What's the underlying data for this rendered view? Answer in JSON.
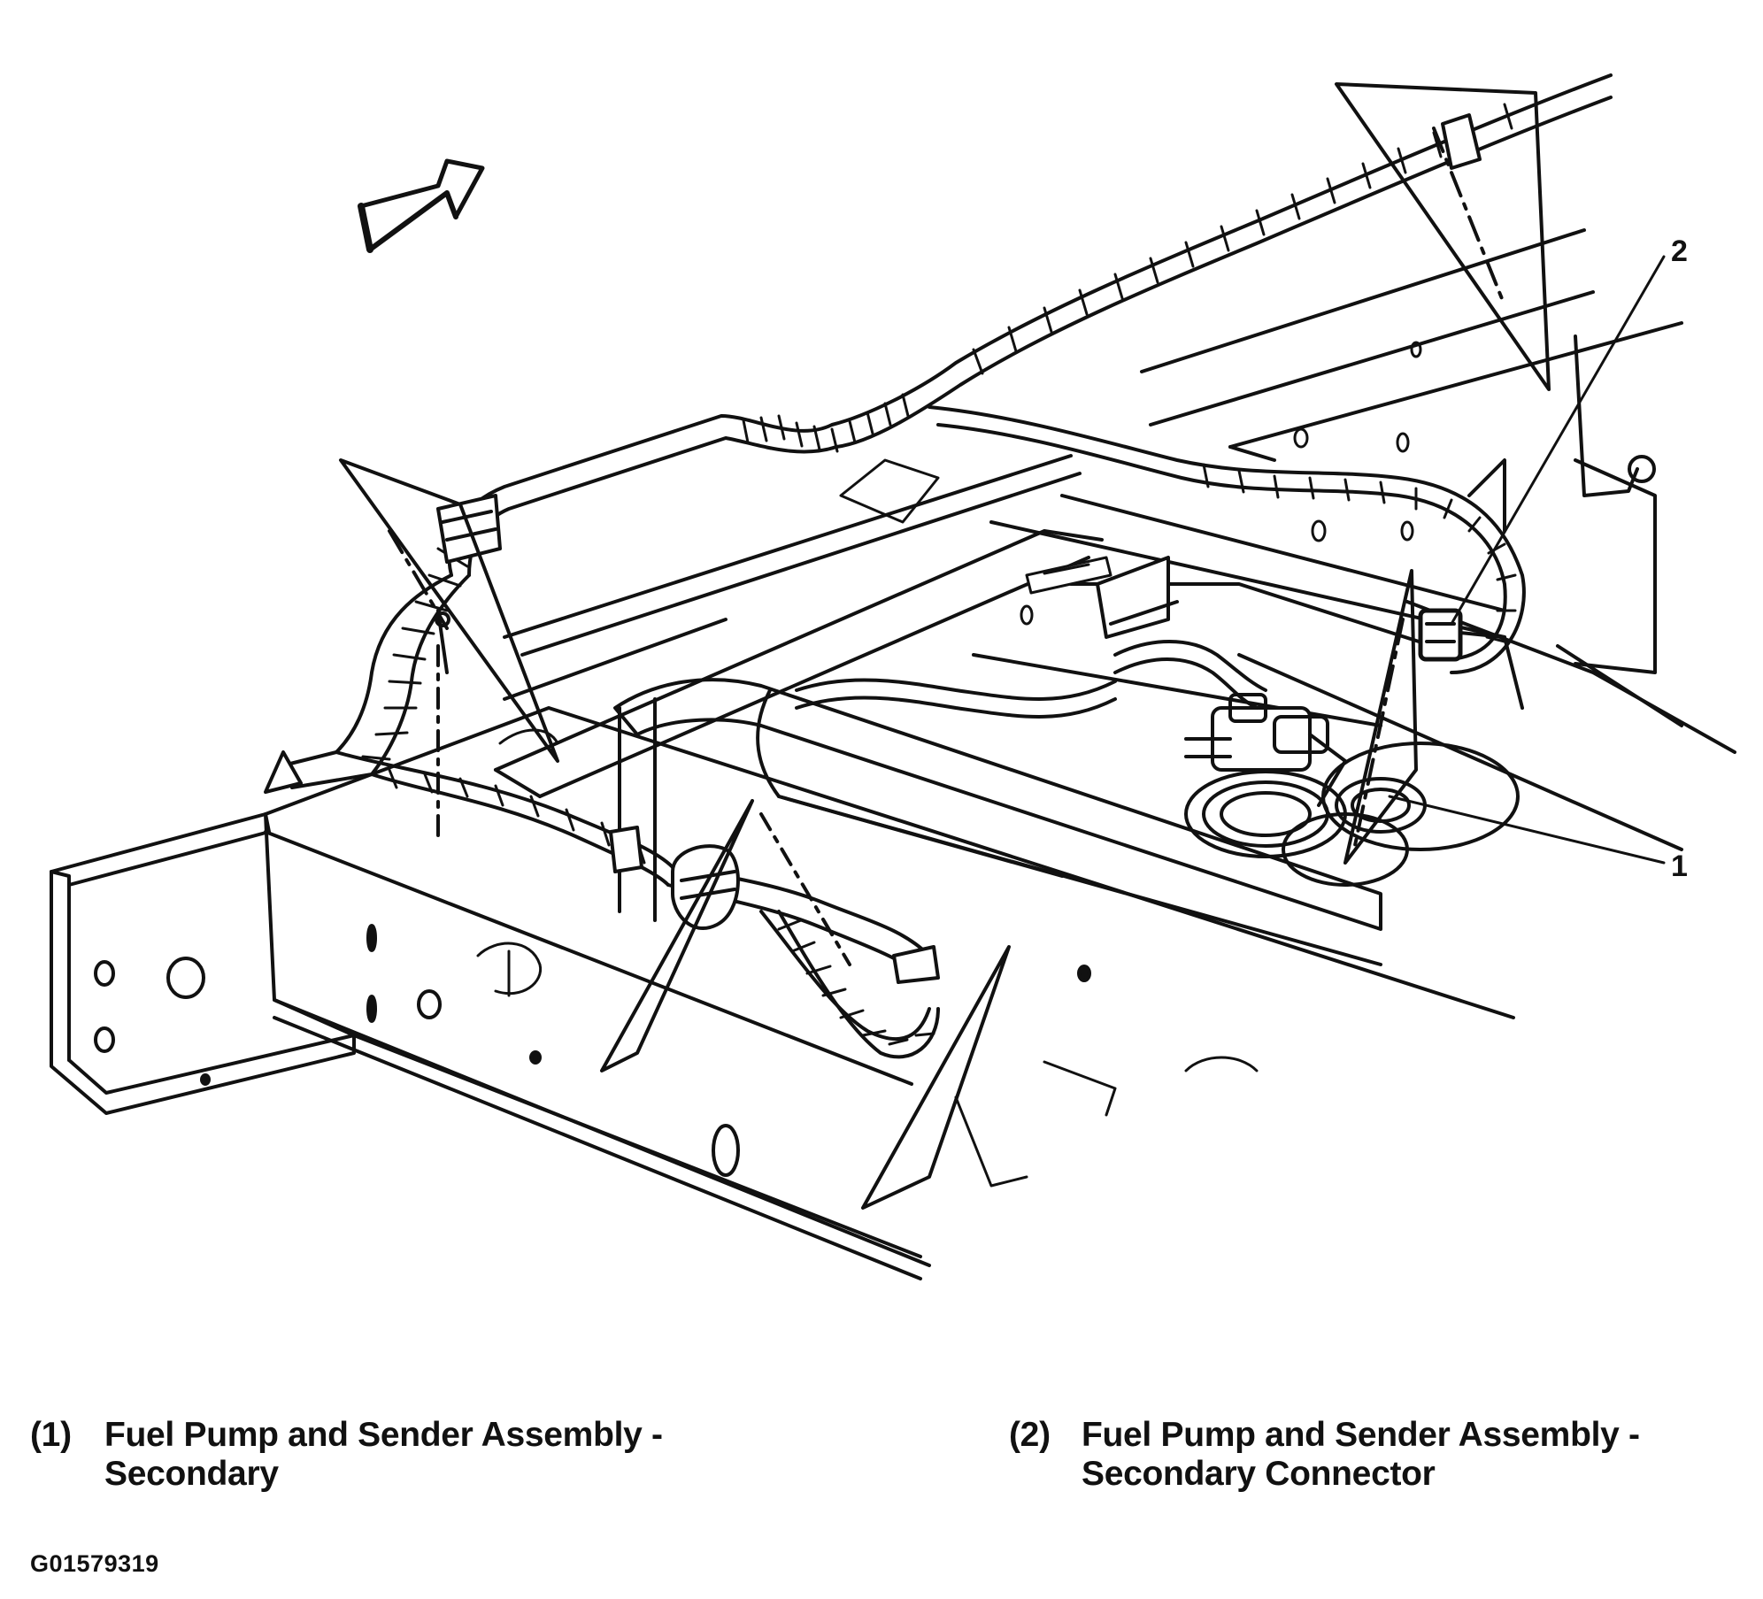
{
  "callouts": {
    "one": "1",
    "two": "2"
  },
  "legend": [
    {
      "number": "(1)",
      "line1": "Fuel Pump and Sender Assembly -",
      "line2": "Secondary"
    },
    {
      "number": "(2)",
      "line1": "Fuel Pump and Sender Assembly -",
      "line2": "Secondary Connector"
    }
  ],
  "figure_code": "G01579319",
  "colors": {
    "ink": "#111111",
    "paper": "#ffffff"
  }
}
